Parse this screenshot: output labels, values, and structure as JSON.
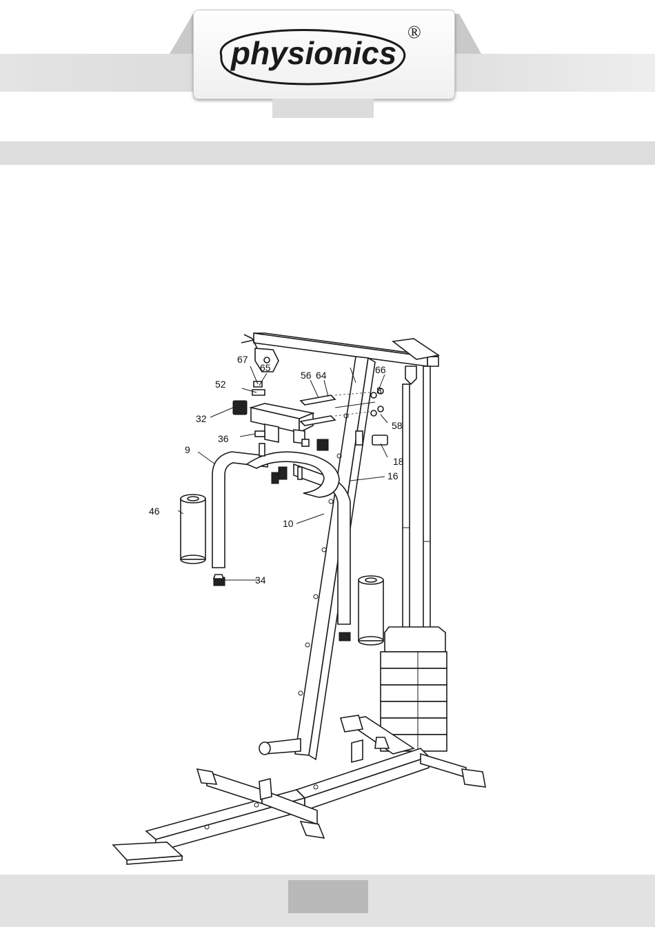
{
  "brand": {
    "name": "physionics",
    "trademark": "®"
  },
  "diagram": {
    "part_labels": [
      "67",
      "65",
      "52",
      "32",
      "36",
      "9",
      "46",
      "56",
      "64",
      "66",
      "8",
      "58",
      "18",
      "16",
      "10",
      "34"
    ]
  }
}
